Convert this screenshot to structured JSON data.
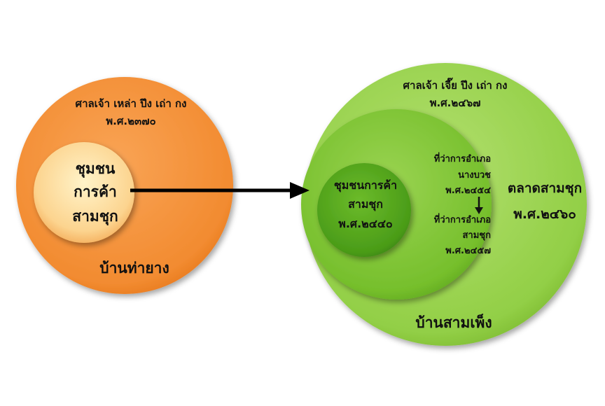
{
  "left": {
    "shrine": "ศาลเจ้า เหล่า ปึง เถ่า กง",
    "shrine_year": "พ.ศ.๒๓๗๐",
    "core": [
      "ชุมชน",
      "การค้า",
      "สามชุก"
    ],
    "village": "บ้านท่ายาง",
    "colors": {
      "outer": "#f4923a",
      "inner": "#fbd79a"
    }
  },
  "right": {
    "shrine": "ศาลเจ้า เจี๊ย ปึง เถ่า กง",
    "shrine_year": "พ.ศ.๒๔๖๗",
    "core": [
      "ชุมชนการค้า",
      "สามชุก",
      "พ.ศ.๒๔๔๐"
    ],
    "office1": [
      "ที่ว่าการอำเภอ",
      "นางบวช",
      "พ.ศ.๒๔๕๔"
    ],
    "office2": [
      "ที่ว่าการอำเภอ",
      "สามชุก",
      "พ.ศ.๒๔๕๗"
    ],
    "market": [
      "ตลาดสามชุก",
      "พ.ศ.๒๔๖๐"
    ],
    "village": "บ้านสามเพ็ง",
    "colors": {
      "outer": "#96d14a",
      "middle": "#7cc230",
      "inner": "#4ea21a"
    }
  }
}
